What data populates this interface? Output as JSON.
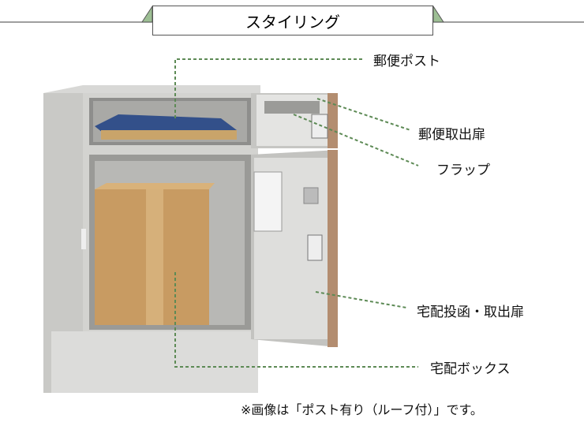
{
  "title": "スタイリング",
  "labels": {
    "post": "郵便ポスト",
    "post_door": "郵便取出扉",
    "flap": "フラップ",
    "delivery_door": "宅配投函・取出扉",
    "delivery_box": "宅配ボックス"
  },
  "note": "※画像は「ポスト有り（ルーフ付）」です。",
  "colors": {
    "leader": "#5d8a55",
    "accent_green": "#9dbf94"
  }
}
